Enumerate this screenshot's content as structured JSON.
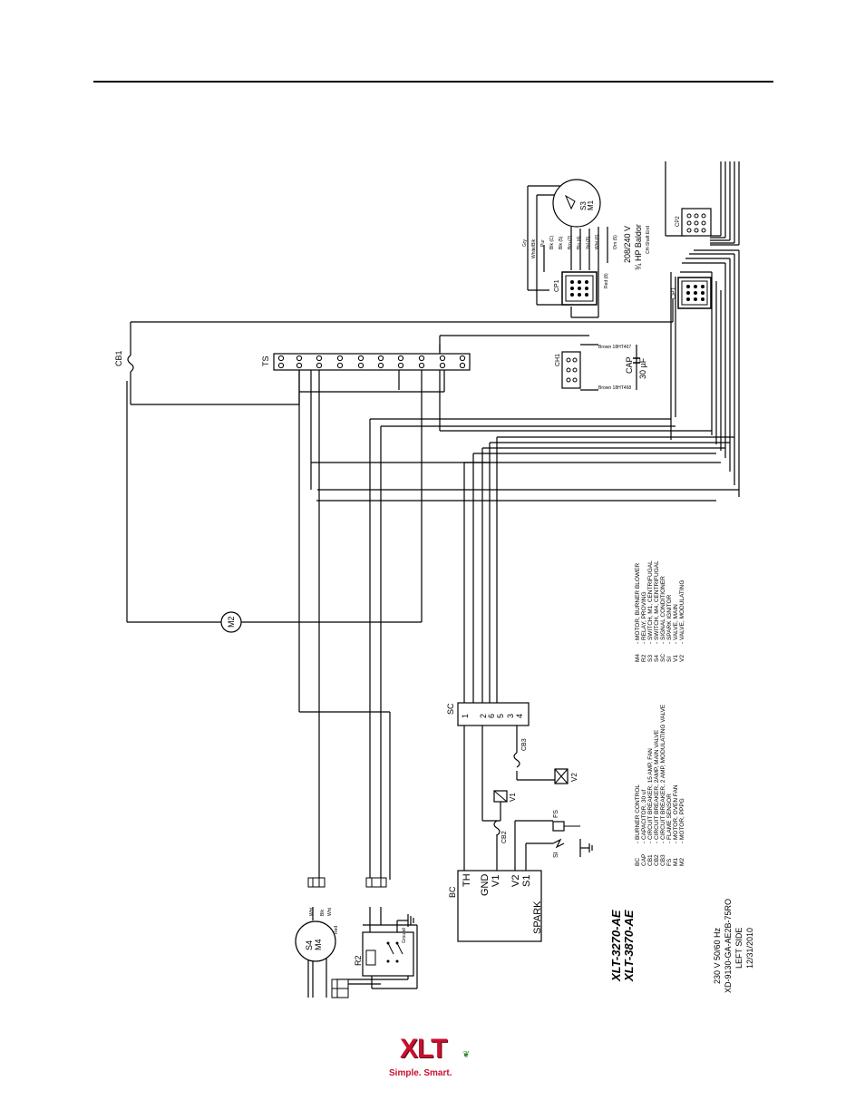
{
  "diagram": {
    "terminal_strip": "TS",
    "breakers": {
      "cb1": "CB1",
      "cb2": "CB2",
      "cb3": "CB3"
    },
    "motor_oven_fan": "M2",
    "connectors": {
      "cp1_left": "CP1",
      "cp1_right": "CP1",
      "cp2": "CP2",
      "ch1": "CH1"
    },
    "capacitor": {
      "label": "CAP",
      "value": "30 µF"
    },
    "capacitor_wires": {
      "top": "Brown 18HT467",
      "bottom": "Brown 18HT468"
    },
    "motor_m1": {
      "switch": "S3",
      "motor": "M1",
      "voltage": "208/240 V",
      "name": "¾ HP Baldor",
      "note": "CH-Shaft End"
    },
    "motor_m1_wires": [
      "Gry",
      "White/Blk",
      "Pur",
      "Blk (C)",
      "Blk (5)",
      "Brn (2)",
      "Blu (4)",
      "Yel (8)",
      "Wht (6)",
      "Orn (5)",
      "Red (8)"
    ],
    "burner_control": {
      "label": "BC",
      "terminals": [
        "TH",
        "GND",
        "V1",
        "V2",
        "S1",
        "SPARK"
      ]
    },
    "signal_conditioner": {
      "label": "SC",
      "terminals": [
        "1",
        "2",
        "6",
        "5",
        "3",
        "4"
      ]
    },
    "motor_m4": {
      "switch": "S4",
      "motor": "M4",
      "wires": [
        "Wht",
        "Blk",
        "Wht",
        "Red"
      ]
    },
    "relay": {
      "label": "R2",
      "ground_label": "Ground"
    },
    "valves": {
      "v1": "V1",
      "v2": "V2"
    },
    "flame_sensor": "FS",
    "spark_ignitor": "SI"
  },
  "legend_left": [
    {
      "code": "BC",
      "desc": "- BURNER CONTROL"
    },
    {
      "code": "CAP",
      "desc": "- CAPACITOR, 30 uf"
    },
    {
      "code": "CB1",
      "desc": "- CIRCUIT BREAKER, 15 AMP, FAN"
    },
    {
      "code": "CB2",
      "desc": "- CIRCUIT BREAKER, 2AMP, MAIN VALVE"
    },
    {
      "code": "CB3",
      "desc": "- CIRCUIT BREAKER, 2 AMP, MODULATING VALVE"
    },
    {
      "code": "FS",
      "desc": "- FLAME SENSOR"
    },
    {
      "code": "M1",
      "desc": "- MOTOR, OVEN FAN"
    },
    {
      "code": "M2",
      "desc": "- MOTOR, PPPG"
    }
  ],
  "legend_right": [
    {
      "code": "M4",
      "desc": "- MOTOR, BURNER BLOWER"
    },
    {
      "code": "R2",
      "desc": "- RELAY, PROVING"
    },
    {
      "code": "S3",
      "desc": "- SWITCH, M1, CENTRIFUGAL"
    },
    {
      "code": "S4",
      "desc": "- SWITCH, M4, CENTRIFUGAL"
    },
    {
      "code": "SC",
      "desc": "- SIGNAL CONDITIONER"
    },
    {
      "code": "SI",
      "desc": "- SPARK IGNITOR"
    },
    {
      "code": "V1",
      "desc": "- VALVE, MAIN"
    },
    {
      "code": "V2",
      "desc": "- VALVE, MODULATING"
    }
  ],
  "models": [
    "XLT-3270-AE",
    "XLT-3870-AE"
  ],
  "drawing_info": [
    "230 V 50/60 Hz",
    "XD-9130-GA-AE2B-75RO",
    "LEFT SIDE",
    "12/31/2010"
  ],
  "logo": {
    "word": "XLT",
    "tagline": "Simple. Smart."
  }
}
